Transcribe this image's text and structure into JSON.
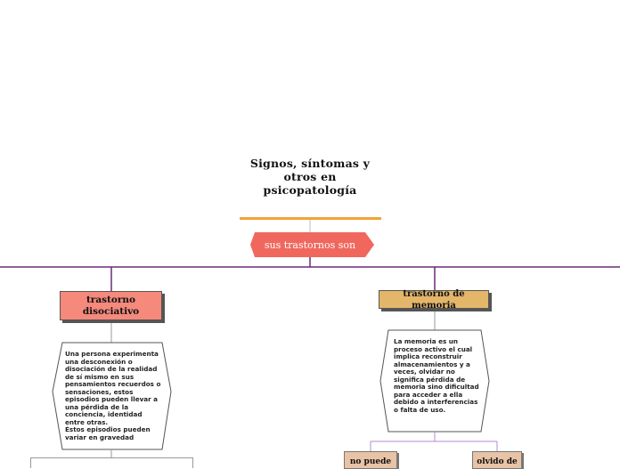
{
  "map": {
    "central_topic": "Signos, síntomas y otros en psicopatología",
    "subtopic": "sus trastornos son",
    "branches": [
      {
        "label": "trastorno disociativo",
        "description": "Una persona experimenta una desconexión o disociación de la realidad de sí mismo en sus pensamientos recuerdos o sensaciones, estos episodios pueden llevar a una pérdida de la conciencia, identidad entre otras.\nÉstos episodios pueden variar en gravedad"
      },
      {
        "label": "trastorno de memoria",
        "description": "La memoria es un proceso activo el cual implica reconstruir almacenamientos y a veces, olvidar  no significa pérdida de memoria sino dificultad para acceder a ella debido a interferencias o falta de uso.",
        "children": [
          "no puede",
          "olvido de"
        ]
      }
    ]
  },
  "colors": {
    "title_underline": "#f2a33a",
    "subtopic_fill": "#f0675e",
    "branch_line": "#6b2a7a",
    "diso_fill": "#f4897c",
    "mem_fill": "#e3b66a",
    "child_fill": "#e8c3a6"
  }
}
